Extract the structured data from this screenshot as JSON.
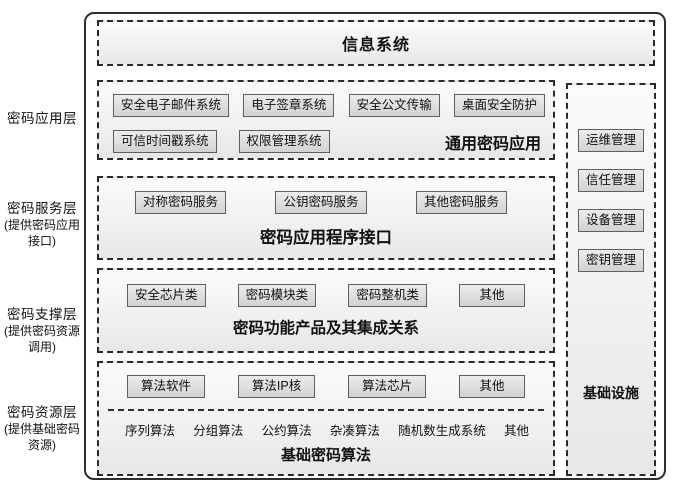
{
  "diagram": {
    "title": "信息系统",
    "left_labels": [
      {
        "name": "密码应用层",
        "note": ""
      },
      {
        "name": "密码服务层",
        "note": "(提供密码应用接口)"
      },
      {
        "name": "密码支撑层",
        "note": "(提供密码资源调用)"
      },
      {
        "name": "密码资源层",
        "note": "(提供基础密码资源)"
      }
    ],
    "application_layer": {
      "boxes_line1": [
        "安全电子邮件系统",
        "电子签章系统",
        "安全公文传输",
        "桌面安全防护"
      ],
      "boxes_line2": [
        "可信时间戳系统",
        "权限管理系统"
      ],
      "caption": "通用密码应用"
    },
    "service_layer": {
      "boxes": [
        "对称密码服务",
        "公钥密码服务",
        "其他密码服务"
      ],
      "caption": "密码应用程序接口"
    },
    "support_layer": {
      "boxes": [
        "安全芯片类",
        "密码模块类",
        "密码整机类",
        "其他"
      ],
      "caption": "密码功能产品及其集成关系"
    },
    "resource_layer": {
      "boxes": [
        "算法软件",
        "算法IP核",
        "算法芯片",
        "其他"
      ],
      "algorithm_items": [
        "序列算法",
        "分组算法",
        "公约算法",
        "杂凑算法",
        "随机数生成系统",
        "其他"
      ],
      "caption": "基础密码算法"
    },
    "right_column": {
      "boxes": [
        "运维管理",
        "信任管理",
        "设备管理",
        "密钥管理"
      ],
      "caption": "基础设施"
    },
    "colors": {
      "frame_border": "#2e2e2e",
      "panel_bg": "#eeeeee",
      "button_bg": "#d9d9d9",
      "button_border": "#5f5f5f",
      "text": "#111111"
    }
  }
}
